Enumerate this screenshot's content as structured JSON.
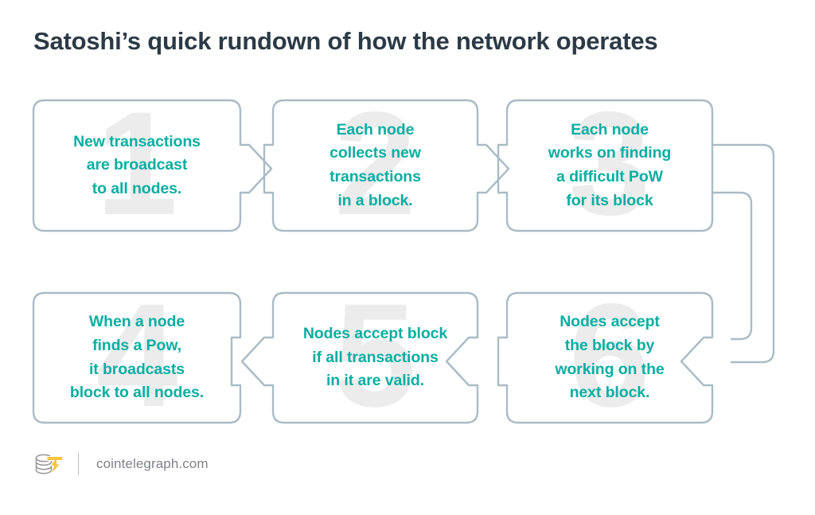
{
  "title": "Satoshi’s quick rundown of how the network operates",
  "colors": {
    "accent_teal": "#0aaea2",
    "title_navy": "#2b3a46",
    "box_border": "#a9bcc6",
    "watermark_gray": "#ececec",
    "footer_text": "#7d828a",
    "logo_bolt": "#f6c344",
    "logo_coins": "#9b9b9b",
    "background": "#ffffff"
  },
  "flow": {
    "type": "process-flow",
    "rows": 2,
    "direction_row1": "left-to-right",
    "direction_row2": "right-to-left",
    "steps": [
      {
        "number": "1",
        "text": "New transactions\nare broadcast\nto all nodes.",
        "row": 1,
        "column": 1
      },
      {
        "number": "2",
        "text": "Each node\ncollects new\ntransactions\nin a block.",
        "row": 1,
        "column": 2
      },
      {
        "number": "3",
        "text": "Each node\nworks on finding\na difficult PoW\nfor its block",
        "row": 1,
        "column": 3
      },
      {
        "number": "4",
        "text": "When a node\nfinds a Pow,\nit broadcasts\nblock to all nodes.",
        "row": 2,
        "column": 1
      },
      {
        "number": "5",
        "text": "Nodes accept block\nif all transactions\nin it are valid.",
        "row": 2,
        "column": 2
      },
      {
        "number": "6",
        "text": "Nodes accept\nthe block by\nworking on the\nnext block.",
        "row": 2,
        "column": 3
      }
    ]
  },
  "footer": {
    "url": "cointelegraph.com",
    "logo_name": "cointelegraph-logo"
  }
}
